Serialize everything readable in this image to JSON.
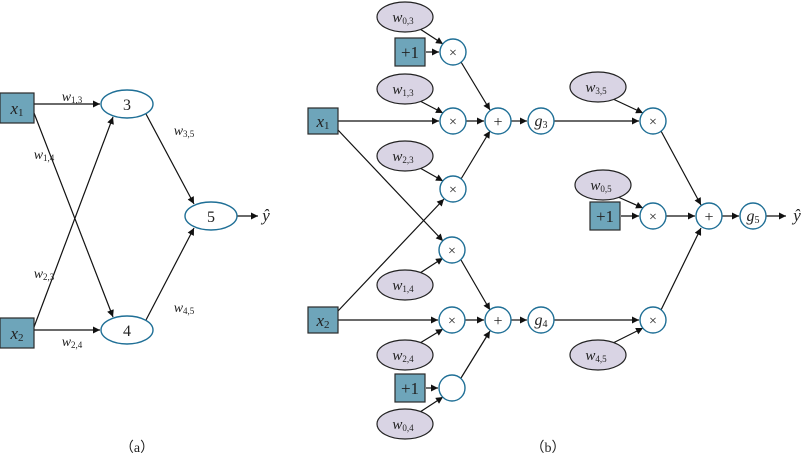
{
  "colors": {
    "input_box_fill": "#6ea5ba",
    "input_box_stroke": "#2a2a2a",
    "node_stroke": "#1f6f96",
    "weight_fill": "#d9d4e4",
    "edge": "#111111"
  },
  "panel_a": {
    "caption": "（a）",
    "inputs": {
      "x1": {
        "base": "x",
        "sub": "1"
      },
      "x2": {
        "base": "x",
        "sub": "2"
      }
    },
    "nodes": {
      "n3": "3",
      "n4": "4",
      "n5": "5"
    },
    "output": "ŷ",
    "weights": {
      "w13": {
        "base": "w",
        "sub": "1,3"
      },
      "w14": {
        "base": "w",
        "sub": "1,4"
      },
      "w23": {
        "base": "w",
        "sub": "2,3"
      },
      "w24": {
        "base": "w",
        "sub": "2,4"
      },
      "w35": {
        "base": "w",
        "sub": "3,5"
      },
      "w45": {
        "base": "w",
        "sub": "4,5"
      }
    }
  },
  "panel_b": {
    "caption": "（b）",
    "inputs": {
      "x1": {
        "base": "x",
        "sub": "1"
      },
      "x2": {
        "base": "x",
        "sub": "2"
      }
    },
    "bias_label": "+1",
    "multiply_symbol": "×",
    "add_symbol": "+",
    "activations": {
      "g3": {
        "base": "g",
        "sub": "3"
      },
      "g4": {
        "base": "g",
        "sub": "4"
      },
      "g5": {
        "base": "g",
        "sub": "5"
      }
    },
    "output": "ŷ",
    "weights": {
      "w03": {
        "base": "w",
        "sub": "0,3"
      },
      "w13": {
        "base": "w",
        "sub": "1,3"
      },
      "w23": {
        "base": "w",
        "sub": "2,3"
      },
      "w14": {
        "base": "w",
        "sub": "1,4"
      },
      "w24": {
        "base": "w",
        "sub": "2,4"
      },
      "w04": {
        "base": "w",
        "sub": "0,4"
      },
      "w35": {
        "base": "w",
        "sub": "3,5"
      },
      "w05": {
        "base": "w",
        "sub": "0,5"
      },
      "w45": {
        "base": "w",
        "sub": "4,5"
      }
    }
  }
}
